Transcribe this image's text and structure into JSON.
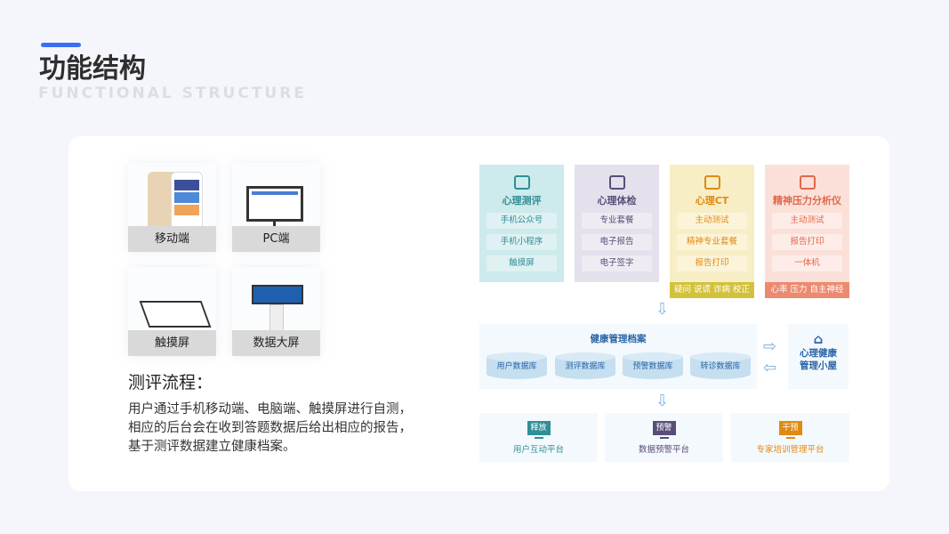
{
  "header": {
    "title": "功能结构",
    "subtitle_en": "FUNCTIONAL STRUCTURE"
  },
  "devices": [
    {
      "label": "移动端"
    },
    {
      "label": "PC端"
    },
    {
      "label": "触摸屏"
    },
    {
      "label": "数据大屏"
    }
  ],
  "flow": {
    "title": "测评流程：",
    "lines": [
      "用户通过手机移动端、电脑端、触摸屏进行自测，",
      "相应的后台会在收到答题数据后给出相应的报告，",
      "基于测评数据建立健康档案。"
    ]
  },
  "modules": [
    {
      "title": "心理测评",
      "items": [
        "手机公众号",
        "手机小程序",
        "触摸屏"
      ],
      "color": "#2f8f96",
      "bg": "#cdeaec",
      "item_bg": "#dff1f2"
    },
    {
      "title": "心理体检",
      "items": [
        "专业套餐",
        "电子报告",
        "电子签字"
      ],
      "color": "#5a4d79",
      "bg": "#e4e0ec",
      "item_bg": "#eeebf3"
    },
    {
      "title": "心理CT",
      "items": [
        "主动测试",
        "精神专业套餐",
        "报告打印"
      ],
      "footer": "疑问 说谎 诈病 校正",
      "color": "#e08a12",
      "bg": "#f7eec6",
      "item_bg": "#fbf4d9",
      "footer_bg": "#d2c23a"
    },
    {
      "title": "精神压力分析仪",
      "items": [
        "主动测试",
        "报告打印",
        "一体机"
      ],
      "footer": "心率 压力 自主神经",
      "color": "#e0684a",
      "bg": "#fbe0da",
      "item_bg": "#fdece8",
      "footer_bg": "#ec8a6f"
    }
  ],
  "archive": {
    "title": "健康管理档案",
    "databases": [
      "用户数据库",
      "测评数据库",
      "预警数据库",
      "转诊数据库"
    ]
  },
  "cabin": {
    "line1": "心理健康",
    "line2": "管理小屋"
  },
  "platforms": [
    {
      "tag": "释放",
      "name": "用户互动平台",
      "color": "#2f8f96"
    },
    {
      "tag": "预警",
      "name": "数据预警平台",
      "color": "#5a4d79"
    },
    {
      "tag": "干预",
      "name": "专家培训管理平台",
      "color": "#e08a12"
    }
  ]
}
